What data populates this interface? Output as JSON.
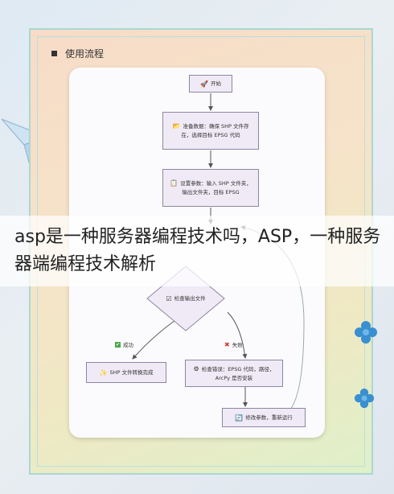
{
  "section": {
    "title": "使用流程"
  },
  "overlay": {
    "title": "asp是一种服务器编程技术吗，ASP，一种服务器端编程技术解析"
  },
  "flow": {
    "start": {
      "label": "开始",
      "icon": "rocket-icon"
    },
    "step1": {
      "label": "准备数据：确保 SHP 文件存在，选择目标 EPSG 代码",
      "icon": "folder-icon"
    },
    "step2": {
      "label": "设置参数：输入 SHP 文件夹，输出文件夹，目标 EPSG",
      "icon": "clipboard-icon"
    },
    "decision": {
      "label": "检查输出文件",
      "icon": "checklist-icon"
    },
    "branch_yes": {
      "label": "成功",
      "icon": "check-icon"
    },
    "branch_no": {
      "label": "失败",
      "icon": "cross-icon"
    },
    "success": {
      "label": "SHP 文件转换完成",
      "icon": "sparkle-icon"
    },
    "error": {
      "label": "检查错误：EPSG 代码，路径，ArcPy 是否安装",
      "icon": "gear-icon"
    },
    "retry": {
      "label": "修改参数，重新运行",
      "icon": "refresh-icon"
    }
  }
}
